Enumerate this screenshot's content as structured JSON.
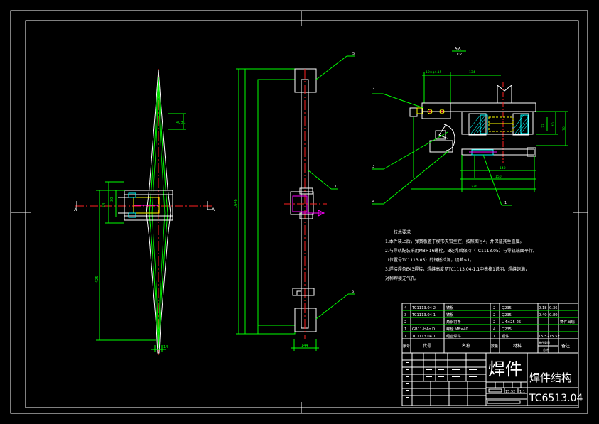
{
  "colors": {
    "background": "#000000",
    "frame": "#ffffff",
    "part": "#ffffff",
    "dimension": "#00ff00",
    "centerline": "#ff2020",
    "hidden": "#ffff00",
    "accent": "#ff00ff",
    "hatch": "#00ffff"
  },
  "views": {
    "front": {
      "dim_top": "40±1",
      "dim_mid1": "54",
      "dim_mid2": "30",
      "dim_total": "425",
      "dim_bottom": "14"
    },
    "side": {
      "dim_total": "1646",
      "dim_width": "144",
      "label_top": "5",
      "label_mid": "1",
      "label_bottom": "6"
    },
    "section": {
      "title": "A-A",
      "scale": "1:2",
      "dim_top1": "10×φ4.15",
      "dim_top2": "134",
      "dim_right1": "33",
      "dim_right2": "40",
      "dim_right3": "70",
      "dim_bot1": "140",
      "dim_bot2": "150",
      "dim_bot3": "230",
      "label_a": "2",
      "label_b": "3",
      "label_c": "4",
      "label_d": "1"
    }
  },
  "notes": {
    "heading": "技术要求",
    "lines": [
      "1.本件装上后，弹簧板置于楔形夹钳型腔，按照图号4，并保证其垂直度。",
      "2.与导轨配装采用M8×16螺栓，B处焊后保持（TC1113.05）与导轨端面平行。",
      "  （位置号TC1113.05）的钢板检测，误差≤1。",
      "3.焊接焊条E43焊接，焊缝高度见TC1113.04-1.1中表格1说明，焊缝饱满，",
      "  对称焊接无气孔。"
    ]
  },
  "bom": {
    "rows": [
      {
        "no": "4",
        "code": "TC1113.04-2",
        "name": "铸板",
        "qty": "2",
        "material": "Q235",
        "weight": "0.18",
        "total": "0.36",
        "remark": ""
      },
      {
        "no": "3",
        "code": "TC1113.04-1",
        "name": "铸板",
        "qty": "2",
        "material": "Q235",
        "weight": "0.40",
        "total": "0.80",
        "remark": "铸件出现"
      },
      {
        "no": "2",
        "code": "",
        "name": "角钢衬条",
        "qty": "2",
        "material": "L 4×25-25",
        "weight": "",
        "total": "",
        "remark": ""
      },
      {
        "no": "1",
        "code": "GB11-HAo.D",
        "name": "螺栓 M8×40",
        "qty": "4",
        "material": "Q235",
        "weight": "",
        "total": "",
        "remark": ""
      },
      {
        "no": "1",
        "code": "TC1113.04.1",
        "name": "组合焊件",
        "qty": "1",
        "material": "钢件",
        "weight": "15.52",
        "total": "15.52",
        "remark": ""
      }
    ],
    "header": {
      "no": "序号",
      "code": "代号",
      "name": "名称",
      "qty": "数量",
      "material": "材料",
      "weight": "单件重量",
      "total": "总计",
      "remark": "备注"
    }
  },
  "title_block": {
    "material": "焊件",
    "part_name": "焊件结构",
    "mass": "15.52",
    "scale": "1:1",
    "drawing_no": "TC6513.04"
  }
}
